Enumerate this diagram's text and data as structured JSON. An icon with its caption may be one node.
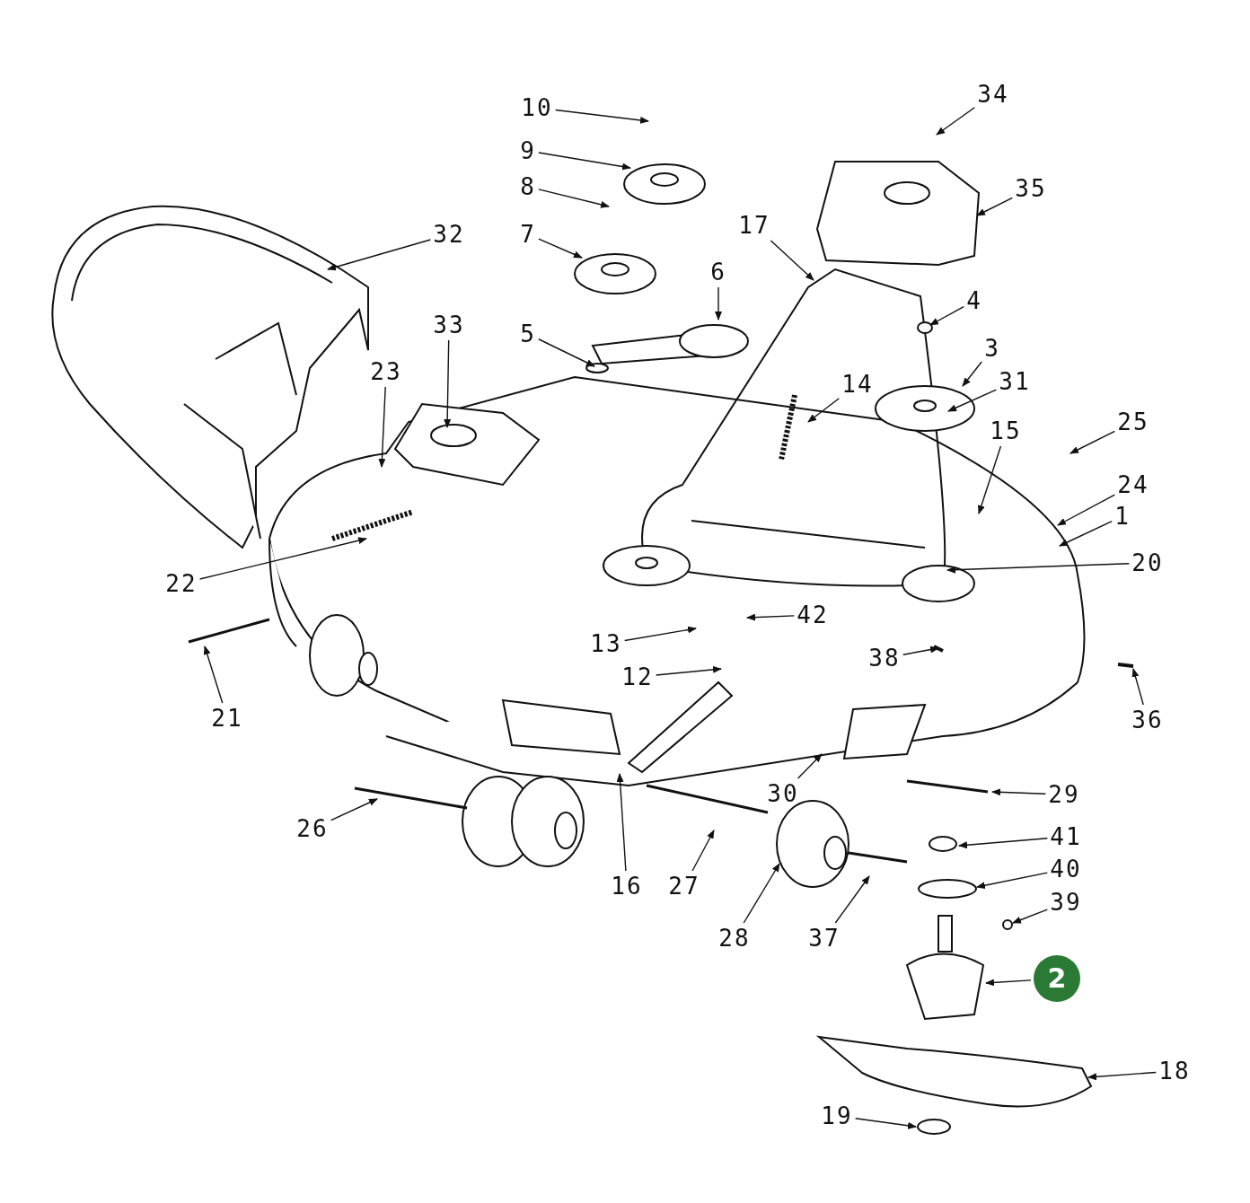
{
  "diagram": {
    "nodes": [
      {
        "text": [
          "34"
        ]
      },
      {
        "text": [
          "10"
        ]
      },
      {
        "text": [
          "35"
        ]
      },
      {
        "text": [
          "9"
        ]
      },
      {
        "text": [
          "8"
        ]
      },
      {
        "text": [
          "17"
        ]
      },
      {
        "text": [
          "7"
        ]
      },
      {
        "text": [
          "32"
        ]
      },
      {
        "text": [
          "6"
        ]
      },
      {
        "text": [
          "4"
        ]
      },
      {
        "text": [
          "33"
        ]
      },
      {
        "text": [
          "5"
        ]
      },
      {
        "text": [
          "3"
        ]
      },
      {
        "text": [
          "23"
        ]
      },
      {
        "text": [
          "14"
        ]
      },
      {
        "text": [
          "31"
        ]
      },
      {
        "text": [
          "15"
        ]
      },
      {
        "text": [
          "25"
        ]
      },
      {
        "text": [
          "24"
        ]
      },
      {
        "text": [
          "1"
        ]
      },
      {
        "text": [
          "20"
        ]
      },
      {
        "text": [
          "22"
        ]
      },
      {
        "text": [
          "42"
        ]
      },
      {
        "text": [
          "13"
        ]
      },
      {
        "text": [
          "38"
        ]
      },
      {
        "text": [
          "12"
        ]
      },
      {
        "text": [
          "21"
        ]
      },
      {
        "text": [
          "36"
        ]
      },
      {
        "text": [
          "30"
        ]
      },
      {
        "text": [
          "29"
        ]
      },
      {
        "text": [
          "26"
        ]
      },
      {
        "text": [
          "41"
        ]
      },
      {
        "text": [
          "16"
        ]
      },
      {
        "text": [
          "27"
        ]
      },
      {
        "text": [
          "40"
        ]
      },
      {
        "text": [
          "39"
        ]
      },
      {
        "text": [
          "28"
        ]
      },
      {
        "text": [
          "37"
        ]
      },
      {
        "text": [
          "2"
        ]
      },
      {
        "text": [
          "18"
        ]
      },
      {
        "text": [
          "19"
        ]
      }
    ],
    "edges": [
      {
        "from": 0,
        "to": null,
        "arrow": "to"
      },
      {
        "from": 1,
        "to": null,
        "arrow": "to"
      },
      {
        "from": 2,
        "to": null,
        "arrow": "to"
      },
      {
        "from": 3,
        "to": null,
        "arrow": "to"
      },
      {
        "from": 4,
        "to": null,
        "arrow": "to"
      },
      {
        "from": 5,
        "to": null,
        "arrow": "to"
      },
      {
        "from": 6,
        "to": null,
        "arrow": "to"
      },
      {
        "from": 7,
        "to": null,
        "arrow": "to"
      },
      {
        "from": 8,
        "to": null,
        "arrow": "to"
      },
      {
        "from": 9,
        "to": null,
        "arrow": "to"
      },
      {
        "from": 10,
        "to": null,
        "arrow": "to"
      },
      {
        "from": 11,
        "to": null,
        "arrow": "to"
      },
      {
        "from": 12,
        "to": null,
        "arrow": "to"
      },
      {
        "from": 13,
        "to": null,
        "arrow": "to"
      },
      {
        "from": 14,
        "to": null,
        "arrow": "to"
      },
      {
        "from": 15,
        "to": null,
        "arrow": "to"
      },
      {
        "from": 16,
        "to": null,
        "arrow": "to"
      },
      {
        "from": 17,
        "to": null,
        "arrow": "to"
      },
      {
        "from": 18,
        "to": null,
        "arrow": "to"
      },
      {
        "from": 19,
        "to": null,
        "arrow": "to"
      },
      {
        "from": 20,
        "to": null,
        "arrow": "to"
      },
      {
        "from": 21,
        "to": null,
        "arrow": "to"
      },
      {
        "from": 22,
        "to": null,
        "arrow": "to"
      },
      {
        "from": 23,
        "to": null,
        "arrow": "to"
      },
      {
        "from": 24,
        "to": null,
        "arrow": "to"
      },
      {
        "from": 25,
        "to": null,
        "arrow": "to"
      },
      {
        "from": 26,
        "to": null,
        "arrow": "to"
      },
      {
        "from": 27,
        "to": null,
        "arrow": "to"
      },
      {
        "from": 28,
        "to": null,
        "arrow": "to"
      },
      {
        "from": 29,
        "to": null,
        "arrow": "to"
      },
      {
        "from": 30,
        "to": null,
        "arrow": "to"
      },
      {
        "from": 31,
        "to": null,
        "arrow": "to"
      },
      {
        "from": 32,
        "to": null,
        "arrow": "to"
      },
      {
        "from": 33,
        "to": null,
        "arrow": "to"
      },
      {
        "from": 34,
        "to": null,
        "arrow": "to"
      },
      {
        "from": 35,
        "to": null,
        "arrow": "to"
      },
      {
        "from": 36,
        "to": null,
        "arrow": "to"
      },
      {
        "from": 37,
        "to": null,
        "arrow": "to"
      },
      {
        "from": 38,
        "to": null,
        "arrow": "to"
      },
      {
        "from": 39,
        "to": null,
        "arrow": "to"
      },
      {
        "from": 40,
        "to": null,
        "arrow": "to"
      }
    ]
  }
}
